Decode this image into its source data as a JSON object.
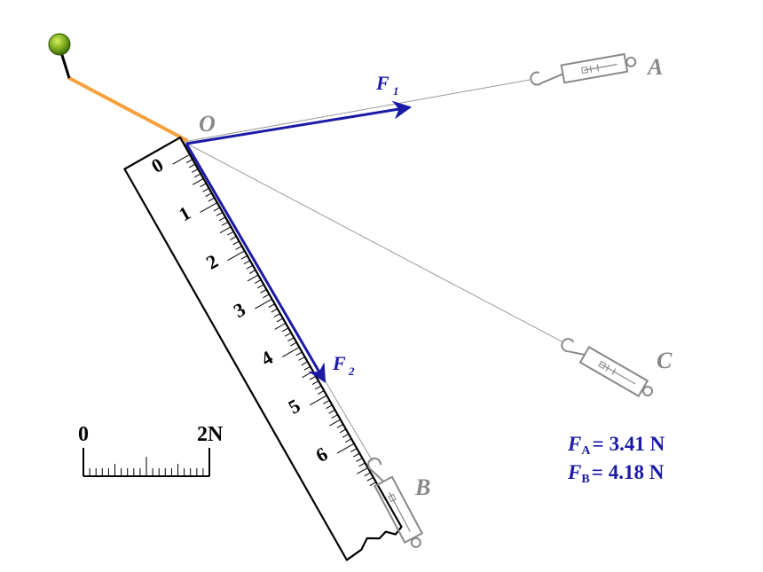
{
  "diagram": {
    "point_label": "O",
    "anchor_labels": {
      "A": "A",
      "B": "B",
      "C": "C"
    },
    "force_labels": {
      "F1": {
        "main": "F",
        "sub": "1"
      },
      "F2": {
        "main": "F",
        "sub": "2"
      }
    },
    "ruler": {
      "numbers": [
        "0",
        "1",
        "2",
        "3",
        "4",
        "5",
        "6"
      ]
    },
    "scale_bar": {
      "start_label": "0",
      "end_label": "2N",
      "minor_divisions": 20
    },
    "readings": [
      {
        "symbol": "F",
        "subscript": "A",
        "equals": "=",
        "value": "3.41 N"
      },
      {
        "symbol": "F",
        "subscript": "B",
        "equals": "=",
        "value": "4.18 N"
      }
    ],
    "colors": {
      "force_arrow": "#1a1aa6",
      "string_orange": "#f4a03c",
      "pin_green": "#7fb020",
      "spring_scale_grey": "#888888",
      "thread_grey": "#9a9a9a"
    },
    "icons": {
      "pin": "green-pin-icon",
      "spring_scale": "spring-scale-icon"
    }
  }
}
